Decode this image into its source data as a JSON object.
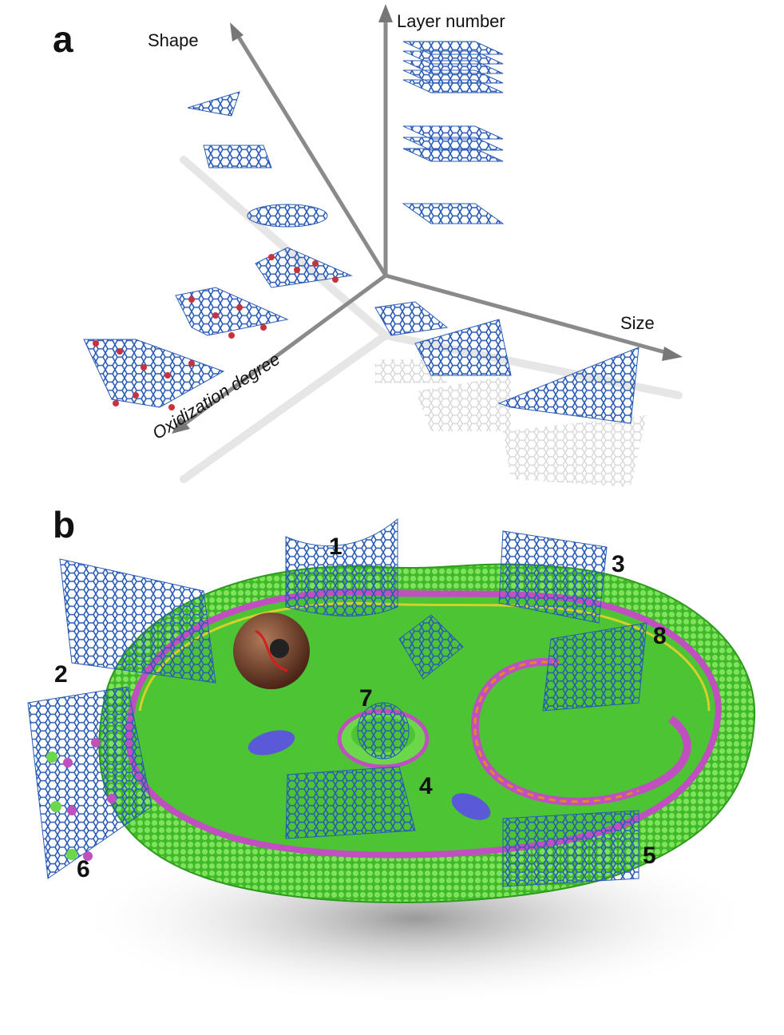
{
  "panel_a": {
    "letter": "a",
    "axes": {
      "shape": "Shape",
      "layer_number": "Layer number",
      "size": "Size",
      "oxidization": "Oxidization degree"
    }
  },
  "panel_b": {
    "letter": "b",
    "labels": [
      "1",
      "2",
      "3",
      "4",
      "5",
      "6",
      "7",
      "8"
    ]
  },
  "colors": {
    "graphene": "#2a5bb5",
    "cell_green": "#5fd23a",
    "lipid_pink": "#c04fc0",
    "oxygen_red": "#c8323a",
    "axis_gray": "#8a8a8a"
  }
}
